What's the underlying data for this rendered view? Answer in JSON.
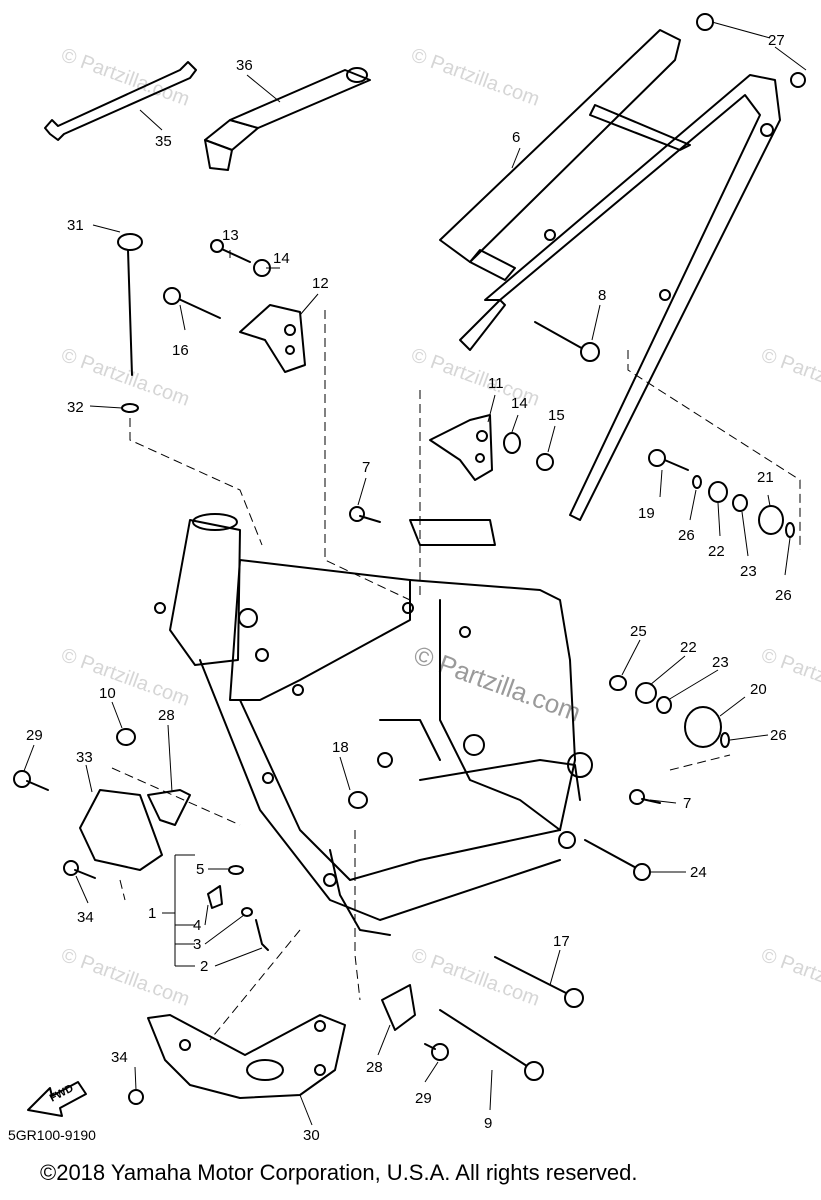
{
  "watermark": "© Partzilla.com",
  "callouts": [
    "27",
    "36",
    "6",
    "35",
    "31",
    "13",
    "14",
    "12",
    "8",
    "16",
    "32",
    "11",
    "14",
    "15",
    "7",
    "19",
    "21",
    "26",
    "22",
    "23",
    "26",
    "25",
    "22",
    "23",
    "20",
    "26",
    "10",
    "28",
    "29",
    "33",
    "18",
    "7",
    "5",
    "24",
    "1",
    "4",
    "3",
    "2",
    "34",
    "17",
    "28",
    "29",
    "34",
    "9",
    "30"
  ],
  "fwd_label": "FWD",
  "diagram_code": "5GR100-9190",
  "copyright": "©2018 Yamaha Motor Corporation, U.S.A. All rights reserved."
}
